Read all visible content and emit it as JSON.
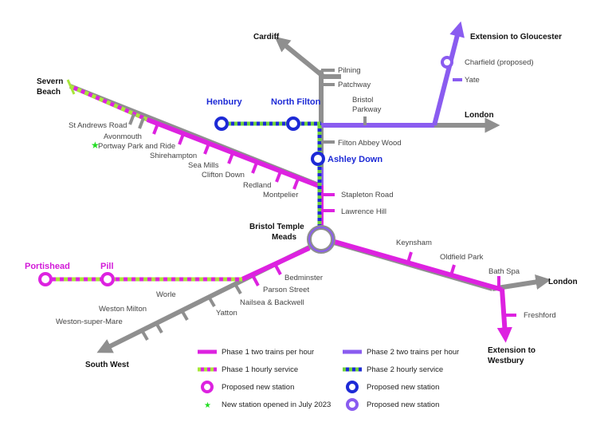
{
  "colors": {
    "grey": "#8f8f8f",
    "phase1": "#dd22e0",
    "phase2": "#8a5cf0",
    "hourly_green": "#a8e63a",
    "phase2_hourly_blue": "#1d2ad6",
    "phase2_hourly_green": "#6fd13a",
    "new_station_star": "#22dd22"
  },
  "destinations": {
    "cardiff": "Cardiff",
    "gloucester": "Extension to Gloucester",
    "london_north": "London",
    "london_east": "London",
    "westbury_1": "Extension to",
    "westbury_2": "Westbury",
    "south_west": "South West",
    "severn_1": "Severn",
    "severn_2": "Beach"
  },
  "stations": {
    "pilning": "Pilning",
    "patchway": "Patchway",
    "bristol_parkway_1": "Bristol",
    "bristol_parkway_2": "Parkway",
    "charfield": "Charfield (proposed)",
    "yate": "Yate",
    "filton_abbey_wood": "Filton Abbey Wood",
    "stapleton_road": "Stapleton Road",
    "lawrence_hill": "Lawrence Hill",
    "temple_meads_1": "Bristol Temple",
    "temple_meads_2": "Meads",
    "keynsham": "Keynsham",
    "oldfield_park": "Oldfield Park",
    "bath_spa": "Bath Spa",
    "freshford": "Freshford",
    "st_andrews_road": "St Andrews Road",
    "avonmouth": "Avonmouth",
    "portway": "Portway Park and Ride",
    "shirehampton": "Shirehampton",
    "sea_mills": "Sea Mills",
    "clifton_down": "Clifton Down",
    "redland": "Redland",
    "montpelier": "Montpelier",
    "bedminster": "Bedminster",
    "parson_street": "Parson Street",
    "nailsea": "Nailsea & Backwell",
    "yatton": "Yatton",
    "worle": "Worle",
    "weston_milton": "Weston Milton",
    "weston_super_mare": "Weston-super-Mare"
  },
  "new_stations": {
    "henbury": "Henbury",
    "north_filton": "North Filton",
    "ashley_down": "Ashley Down",
    "portishead": "Portishead",
    "pill": "Pill"
  },
  "legend": {
    "phase1_two": "Phase 1 two trains per hour",
    "phase1_hourly": "Phase 1 hourly service",
    "phase1_new": "Proposed new station",
    "opened_2023": "New station opened in July 2023",
    "phase2_two": "Phase 2 two trains per hour",
    "phase2_hourly": "Phase 2 hourly service",
    "phase2_new_blue": "Proposed new station",
    "phase2_new_purple": "Proposed new station"
  }
}
